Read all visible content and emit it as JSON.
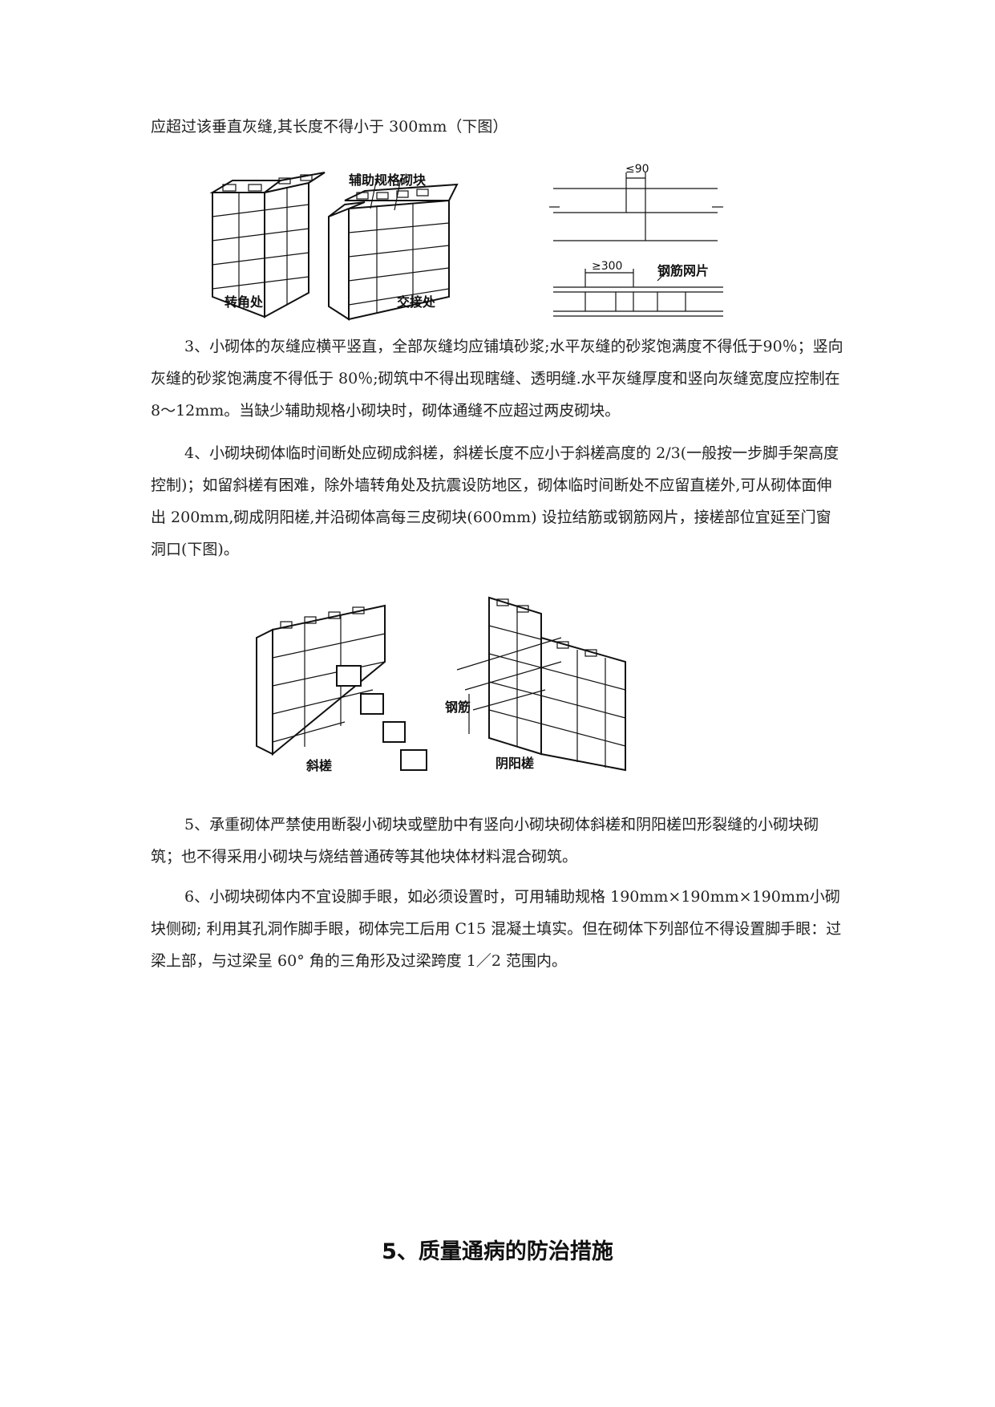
{
  "paragraphs": {
    "p0": "应超过该垂直灰缝,其长度不得小于 300mm（下图）",
    "p3": "3、小砌体的灰缝应横平竖直，全部灰缝均应铺填砂浆;水平灰缝的砂浆饱满度不得低于90％；竖向灰缝的砂浆饱满度不得低于 80％;砌筑中不得出现瞎缝、透明缝.水平灰缝厚度和竖向灰缝宽度应控制在 8～12mm。当缺少辅助规格小砌块时，砌体通缝不应超过两皮砌块。",
    "p4": "4、小砌块砌体临时间断处应砌成斜槎，斜槎长度不应小于斜槎高度的 2/3(一般按一步脚手架高度控制)；如留斜槎有困难，除外墙转角处及抗震设防地区，砌体临时间断处不应留直槎外,可从砌体面伸出 200mm,砌成阴阳槎,并沿砌体高每三皮砌块(600mm) 设拉结筋或钢筋网片，接槎部位宜延至门窗洞口(下图)。",
    "p5": "5、承重砌体严禁使用断裂小砌块或壁肋中有竖向小砌块砌体斜槎和阴阳槎凹形裂缝的小砌块砌筑；也不得采用小砌块与烧结普通砖等其他块体材料混合砌筑。",
    "p6": "6、小砌块砌体内不宜设脚手眼，如必须设置时，可用辅助规格 190mm×190mm×190mm小砌块侧砌; 利用其孔洞作脚手眼，砌体完工后用 C15 混凝土填实。但在砌体下列部位不得设置脚手眼：过梁上部，与过梁呈 60° 角的三角形及过梁跨度 1／2 范围内。"
  },
  "figure1": {
    "label_aux": "辅助规格砌块",
    "caption_corner": "转角处",
    "caption_junction": "交接处",
    "dim_top": "≤90",
    "dim_bottom": "≥300",
    "label_mesh": "钢筋网片"
  },
  "figure2": {
    "caption_slope": "斜槎",
    "caption_yinyang": "阴阳槎",
    "label_rebar": "钢筋"
  },
  "heading": "5、质量通病的防治措施"
}
